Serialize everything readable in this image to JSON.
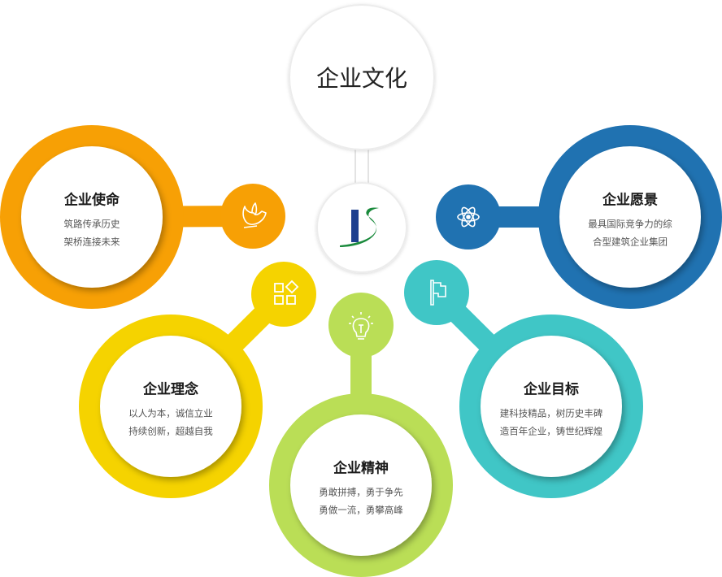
{
  "title": "企业文化",
  "colors": {
    "orange": "#f7a005",
    "blue": "#2072b1",
    "yellow": "#f5d300",
    "teal": "#40c6c6",
    "green": "#bade56"
  },
  "items": [
    {
      "key": "mission",
      "title": "企业使命",
      "lines": [
        "筑路传承历史",
        "架桥连接未来"
      ],
      "icon": "dove-icon"
    },
    {
      "key": "vision",
      "title": "企业愿景",
      "lines": [
        "最具国际竞争力的综",
        "合型建筑企业集团"
      ],
      "icon": "atom-icon"
    },
    {
      "key": "philosophy",
      "title": "企业理念",
      "lines": [
        "以人为本，诚信立业",
        "持续创新，超越自我"
      ],
      "icon": "apps-icon"
    },
    {
      "key": "goal",
      "title": "企业目标",
      "lines": [
        "建科技精品，树历史丰碑",
        "造百年企业，铸世纪辉煌"
      ],
      "icon": "flag-icon"
    },
    {
      "key": "spirit",
      "title": "企业精神",
      "lines": [
        "勇敢拼搏，勇于争先",
        "勇做一流，勇攀高峰"
      ],
      "icon": "lightbulb-icon"
    }
  ]
}
